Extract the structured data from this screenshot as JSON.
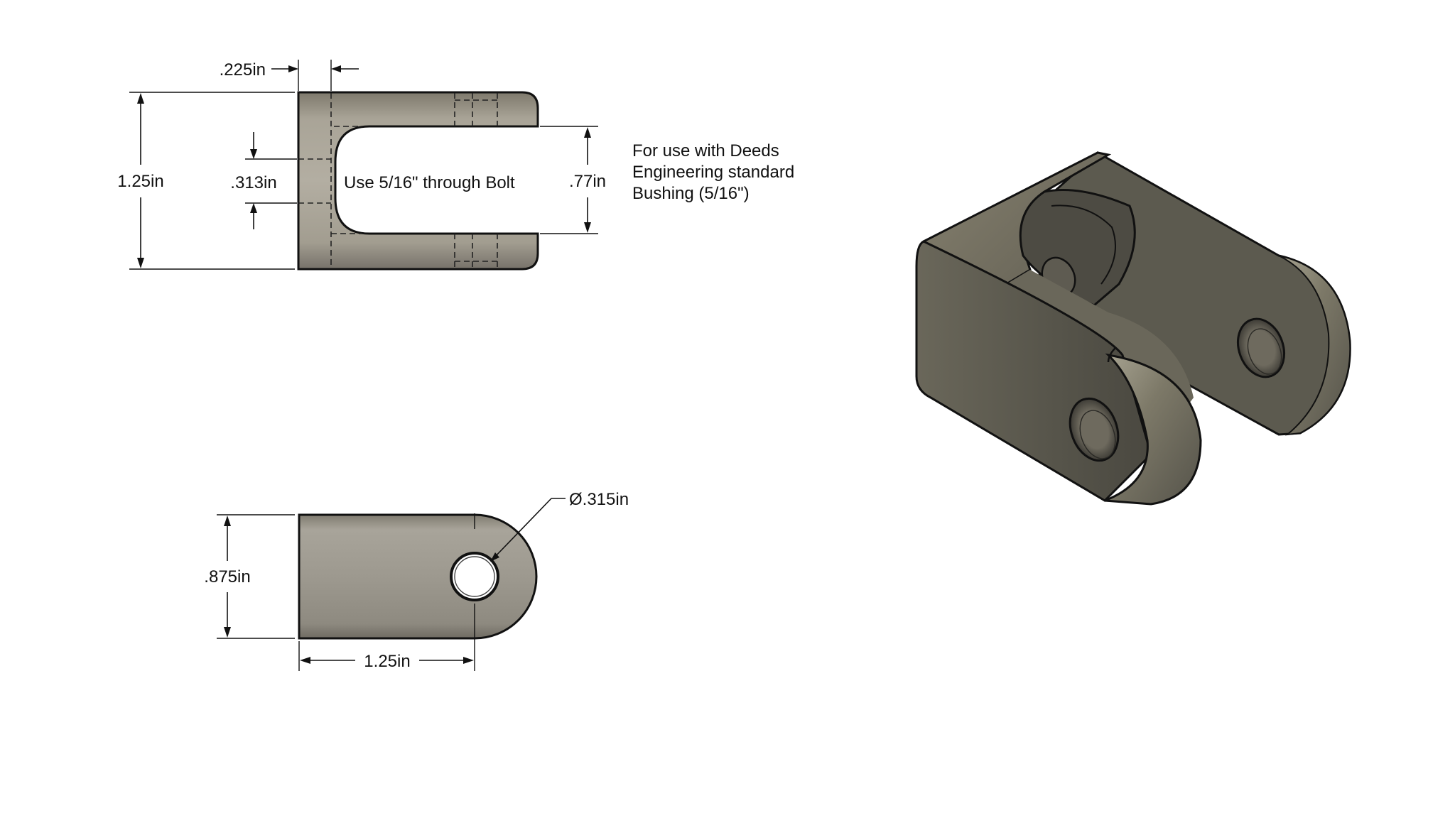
{
  "drawing": {
    "front_view": {
      "dim_slot_offset": ".225in",
      "dim_height": "1.25in",
      "dim_hole_dia": ".313in",
      "note_bolt": "Use 5/16\" through Bolt",
      "dim_slot_width": ".77in"
    },
    "note": {
      "line1": "For use with Deeds",
      "line2": "Engineering standard",
      "line3": "Bushing (5/16\")"
    },
    "side_view": {
      "dim_hole_dia": "Ø.315in",
      "dim_height": ".875in",
      "dim_length": "1.25in"
    },
    "colors": {
      "metal_light": "#a8a397",
      "metal_mid": "#8f8a7d",
      "metal_dark": "#5f5c52",
      "line": "#111111"
    }
  }
}
